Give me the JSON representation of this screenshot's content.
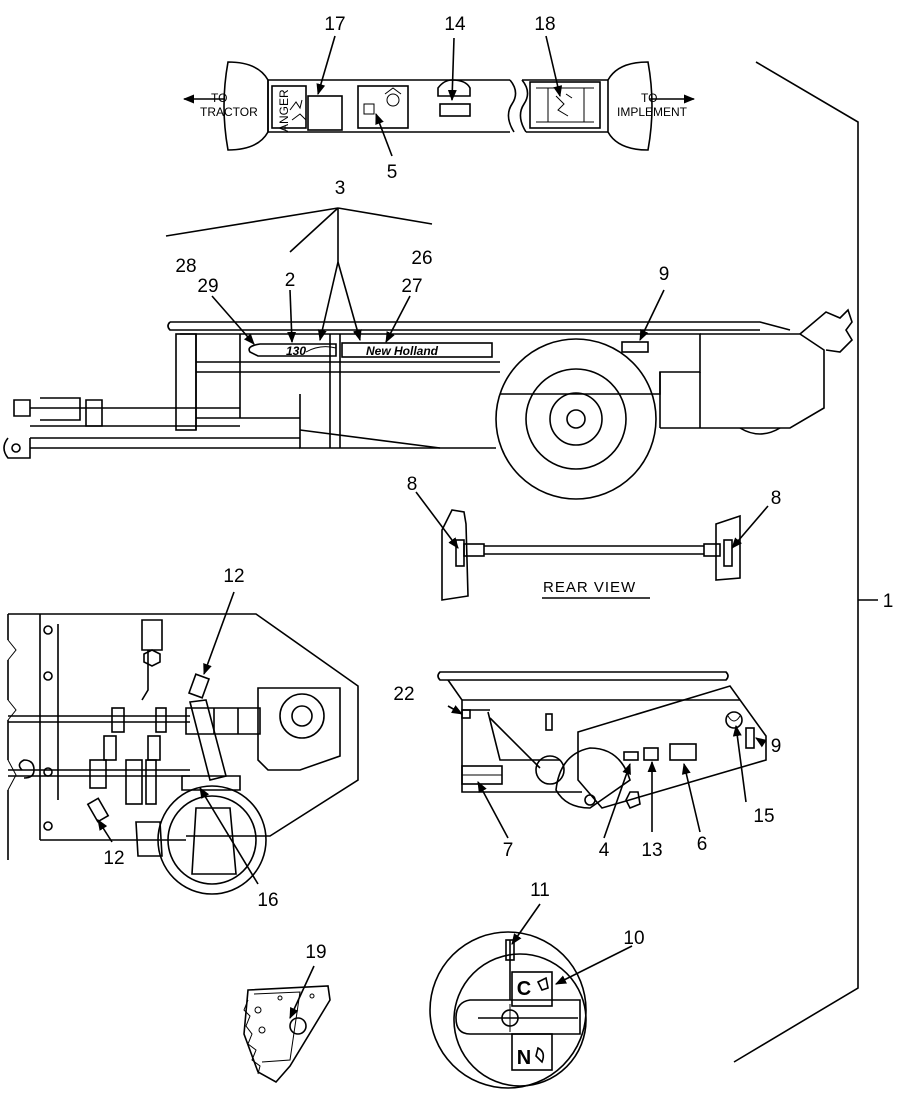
{
  "shaft": {
    "to_tractor": [
      "TO",
      "TRACTOR"
    ],
    "to_implement": [
      "TO",
      "IMPLEMENT"
    ],
    "danger_text": "ANGER"
  },
  "side_view": {
    "model_decal": "130",
    "brand_decal": "New Holland"
  },
  "rear_view": {
    "label": "REAR VIEW"
  },
  "dial": {
    "letters": [
      "C",
      "N"
    ]
  },
  "callouts": [
    {
      "id": "c17",
      "label": "17"
    },
    {
      "id": "c14",
      "label": "14"
    },
    {
      "id": "c18",
      "label": "18"
    },
    {
      "id": "c5",
      "label": "5"
    },
    {
      "id": "c3",
      "label": "3"
    },
    {
      "id": "c28",
      "label": "28"
    },
    {
      "id": "c26",
      "label": "26"
    },
    {
      "id": "c2",
      "label": "2"
    },
    {
      "id": "c29",
      "label": "29"
    },
    {
      "id": "c27",
      "label": "27"
    },
    {
      "id": "c9a",
      "label": "9"
    },
    {
      "id": "c8a",
      "label": "8"
    },
    {
      "id": "c8b",
      "label": "8"
    },
    {
      "id": "c1",
      "label": "1"
    },
    {
      "id": "c12a",
      "label": "12"
    },
    {
      "id": "c12b",
      "label": "12"
    },
    {
      "id": "c16",
      "label": "16"
    },
    {
      "id": "c22",
      "label": "22"
    },
    {
      "id": "c9b",
      "label": "9"
    },
    {
      "id": "c15",
      "label": "15"
    },
    {
      "id": "c7",
      "label": "7"
    },
    {
      "id": "c4",
      "label": "4"
    },
    {
      "id": "c13",
      "label": "13"
    },
    {
      "id": "c6",
      "label": "6"
    },
    {
      "id": "c19",
      "label": "19"
    },
    {
      "id": "c11",
      "label": "11"
    },
    {
      "id": "c10",
      "label": "10"
    }
  ]
}
